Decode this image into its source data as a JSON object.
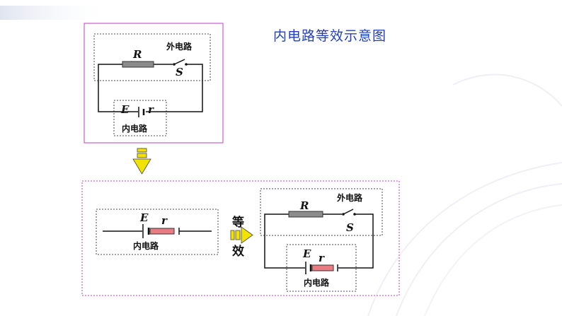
{
  "title": "内电路等效示意图",
  "labels": {
    "resistor": "R",
    "switch": "S",
    "emf": "E",
    "internal_resistance": "r",
    "outer_circuit": "外电路",
    "inner_circuit": "内电路",
    "equivalent_top": "等",
    "equivalent_bottom": "效"
  },
  "colors": {
    "title": "#1f3fbf",
    "frame_border": "#c040c0",
    "dashed_box": "#4a4a5a",
    "arrow_fill": "#f2e200",
    "resistor_gray": "#8c8c8c",
    "resistor_red": "#e87c82"
  },
  "icons": {
    "down_arrow": "down-arrow-icon",
    "right_arrow": "right-arrow-icon"
  }
}
